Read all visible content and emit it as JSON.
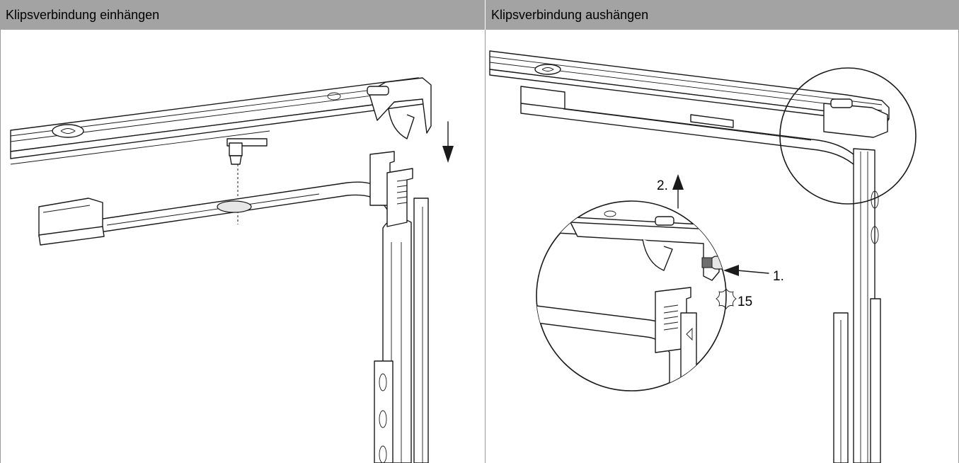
{
  "headers": {
    "left_title": "Klipsverbindung einhängen",
    "right_title": "Klipsverbindung aushängen"
  },
  "right_panel": {
    "step_1_label": "1.",
    "step_2_label": "2.",
    "torx_size_label": "15"
  },
  "icons": {
    "left_arrow": "arrow-down-icon",
    "step2_arrow": "arrow-up-icon",
    "step1_arrow": "arrow-left-icon",
    "torx": "torx-star-icon"
  },
  "colors": {
    "header_bg": "#a3a3a3",
    "line": "#1a1a1a",
    "border": "#9a9a9a"
  }
}
